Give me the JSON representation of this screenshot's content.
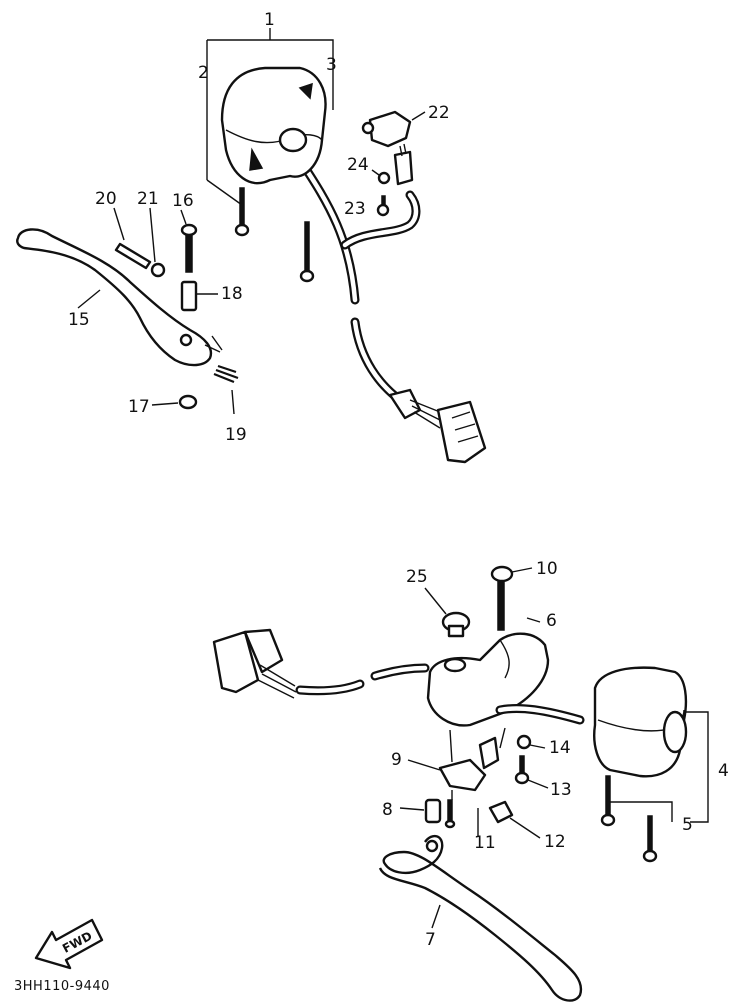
{
  "diagram_code": "3HH110-9440",
  "fwd_label": "FWD",
  "callouts": {
    "c1": "1",
    "c2": "2",
    "c3": "3",
    "c4": "4",
    "c5": "5",
    "c6": "6",
    "c7": "7",
    "c8": "8",
    "c9": "9",
    "c10": "10",
    "c11": "11",
    "c12": "12",
    "c13": "13",
    "c14": "14",
    "c15": "15",
    "c16": "16",
    "c17": "17",
    "c18": "18",
    "c19": "19",
    "c20": "20",
    "c21": "21",
    "c22": "22",
    "c23": "23",
    "c24": "24",
    "c25": "25"
  }
}
